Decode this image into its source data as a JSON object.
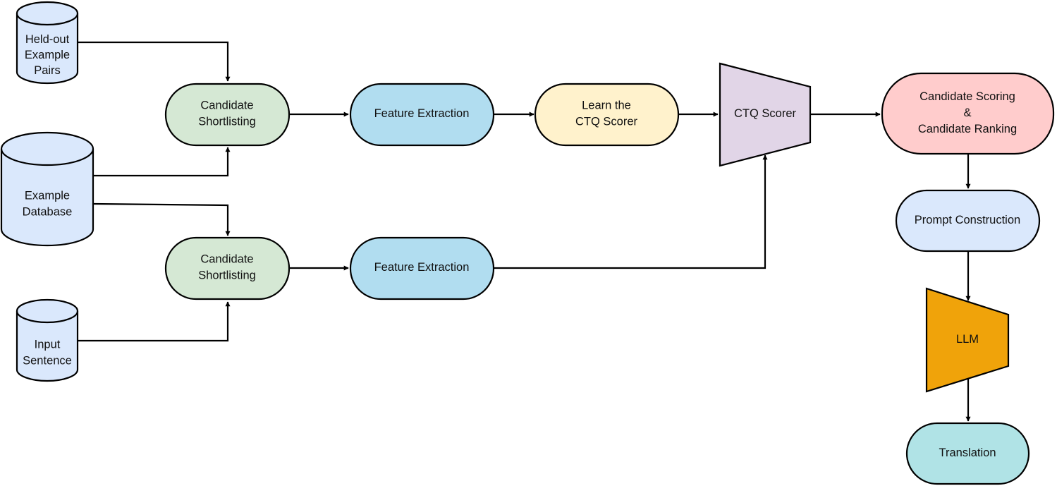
{
  "nodes": {
    "heldout": {
      "lines": [
        "Held-out",
        "Example",
        "Pairs"
      ],
      "color": "#dae8fc"
    },
    "database": {
      "lines": [
        "Example",
        "Database"
      ],
      "color": "#dae8fc"
    },
    "input": {
      "lines": [
        "Input",
        "Sentence"
      ],
      "color": "#dae8fc"
    },
    "shortlist_top": {
      "lines": [
        "Candidate",
        "Shortlisting"
      ],
      "color": "#d5e8d4"
    },
    "shortlist_bottom": {
      "lines": [
        "Candidate",
        "Shortlisting"
      ],
      "color": "#d5e8d4"
    },
    "feature_top": {
      "lines": [
        "Feature Extraction"
      ],
      "color": "#b1ddf0"
    },
    "feature_bottom": {
      "lines": [
        "Feature Extraction"
      ],
      "color": "#b1ddf0"
    },
    "learn": {
      "lines": [
        "Learn the",
        "CTQ Scorer"
      ],
      "color": "#fff2cc"
    },
    "ctq": {
      "lines": [
        "CTQ Scorer"
      ],
      "color": "#e1d5e7"
    },
    "scoring": {
      "lines": [
        "Candidate Scoring",
        "&",
        "Candidate Ranking"
      ],
      "color": "#ffcccc"
    },
    "prompt": {
      "lines": [
        "Prompt Construction"
      ],
      "color": "#dae8fc"
    },
    "llm": {
      "lines": [
        "LLM"
      ],
      "color": "#f0a30a"
    },
    "translation": {
      "lines": [
        "Translation"
      ],
      "color": "#b0e3e6"
    }
  }
}
